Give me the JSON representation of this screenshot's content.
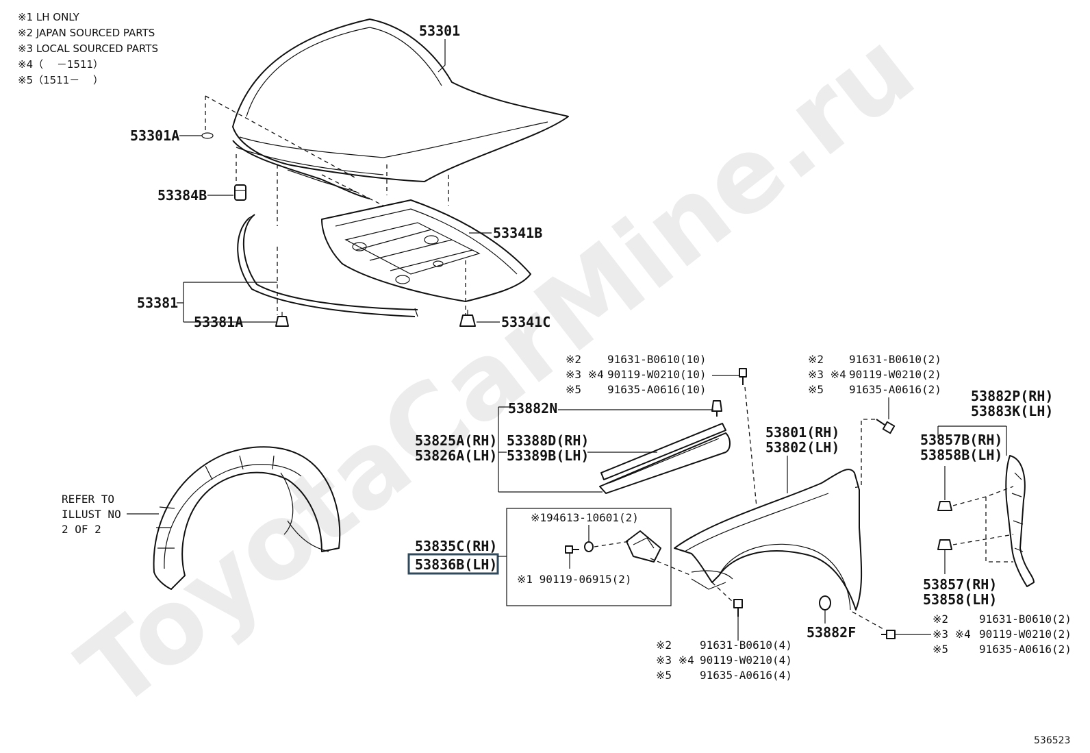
{
  "watermark": "ToyotaCarMine.ru",
  "notes": [
    "※1 LH ONLY",
    "※2 JAPAN SOURCED PARTS",
    "※3 LOCAL SOURCED PARTS",
    "※4（　 －1511）",
    "※5（1511－　 ）"
  ],
  "illustration_code": "536523",
  "refer_note": [
    "REFER TO",
    "ILLUST NO",
    "2 OF 2"
  ],
  "parts": {
    "p53301": "53301",
    "p53301A": "53301A",
    "p53384B": "53384B",
    "p53341B": "53341B",
    "p53381": "53381",
    "p53381A": "53381A",
    "p53341C": "53341C",
    "p53882N": "53882N",
    "p53825A": "53825A(RH)",
    "p53826A": "53826A(LH)",
    "p53388D": "53388D(RH)",
    "p53389B": "53389B(LH)",
    "p53835C": "53835C(RH)",
    "p53836B": "53836B(LH)",
    "p53801": "53801(RH)",
    "p53802": "53802(LH)",
    "p53882P": "53882P(RH)",
    "p53883K": "53883K(LH)",
    "p53857B": "53857B(RH)",
    "p53858B": "53858B(LH)",
    "p53857": "53857(RH)",
    "p53858": "53858(LH)",
    "p53882F": "53882F",
    "p194613": "※194613-10601(2)",
    "p90119_06915": "※1 90119-06915(2)"
  },
  "bolt_groups": {
    "top_center": {
      "r1_mark": "※2",
      "r1": "91631-B0610(10)",
      "r2_mark": "※3 ※4",
      "r2": "90119-W0210(10)",
      "r3_mark": "※5",
      "r3": "91635-A0616(10)"
    },
    "top_right": {
      "r1_mark": "※2",
      "r1": "91631-B0610(2)",
      "r2_mark": "※3 ※4",
      "r2": "90119-W0210(2)",
      "r3_mark": "※5",
      "r3": "91635-A0616(2)"
    },
    "bottom_center": {
      "r1_mark": "※2",
      "r1": "91631-B0610(4)",
      "r2_mark": "※3 ※4",
      "r2": "90119-W0210(4)",
      "r3_mark": "※5",
      "r3": "91635-A0616(4)"
    },
    "bottom_right": {
      "r1_mark": "※2",
      "r1": "91631-B0610(2)",
      "r2_mark": "※3 ※4",
      "r2": "90119-W0210(2)",
      "r3_mark": "※5",
      "r3": "91635-A0616(2)"
    }
  },
  "highlight_color": "#2f4a5c"
}
